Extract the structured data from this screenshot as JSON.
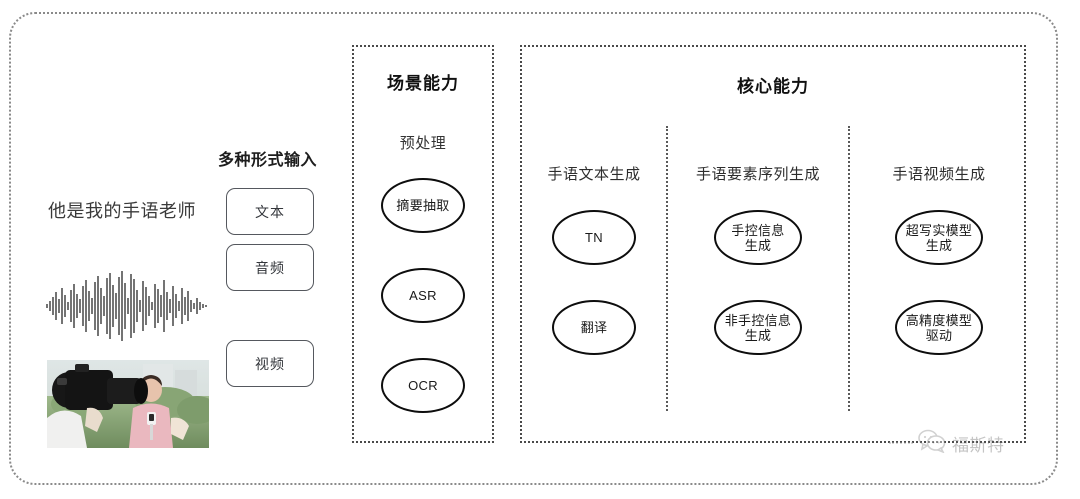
{
  "input_section": {
    "title": "多种形式输入",
    "sample_sentence": "他是我的手语老师",
    "modalities": [
      {
        "label": "文本",
        "icon": "text-icon"
      },
      {
        "label": "音频",
        "icon": "waveform-icon"
      },
      {
        "label": "视频",
        "icon": "video-thumbnail-icon"
      }
    ]
  },
  "scene_panel": {
    "title": "场景能力",
    "subtitle": "预处理",
    "nodes": [
      {
        "label": "摘要抽取"
      },
      {
        "label": "ASR"
      },
      {
        "label": "OCR"
      }
    ]
  },
  "core_panel": {
    "title": "核心能力",
    "columns": [
      {
        "header": "手语文本生成",
        "nodes": [
          {
            "line1": "TN",
            "line2": ""
          },
          {
            "line1": "翻译",
            "line2": ""
          }
        ]
      },
      {
        "header": "手语要素序列生成",
        "nodes": [
          {
            "line1": "手控信息",
            "line2": "生成"
          },
          {
            "line1": "非手控信息",
            "line2": "生成"
          }
        ]
      },
      {
        "header": "手语视频生成",
        "nodes": [
          {
            "line1": "超写实模型",
            "line2": "生成"
          },
          {
            "line1": "高精度模型",
            "line2": "驱动"
          }
        ]
      }
    ]
  },
  "watermark": {
    "text": "福斯特",
    "icon": "wechat-bubbles-icon"
  },
  "colors": {
    "frame_border": "#8a8a8a",
    "panel_border": "#4a4a4a",
    "node_border": "#0d0d0d",
    "text": "#2b2b2b",
    "button_border": "#55585e"
  }
}
